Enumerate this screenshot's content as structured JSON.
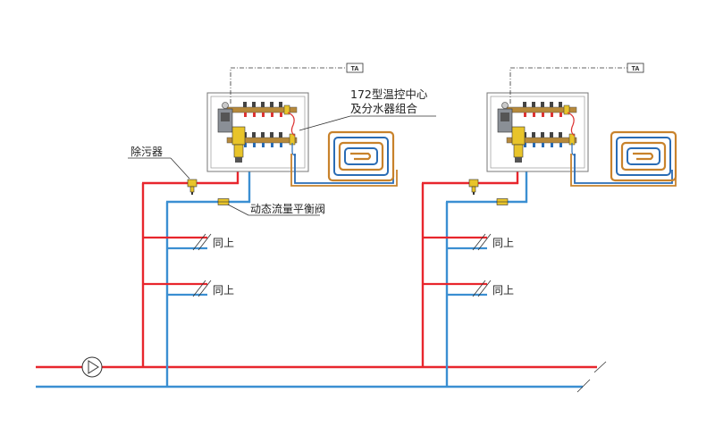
{
  "labels": {
    "thermo_center_line1": "172型温控中心",
    "thermo_center_line2": "及分水器组合",
    "dirt_separator": "除污器",
    "dynamic_balance_valve": "动态流量平衡阀",
    "same_as_above": "同上",
    "thermostat_tag": "TA"
  },
  "colors": {
    "supply": "#e8262d",
    "return": "#3b8fd2",
    "coil_outer": "#c8822b",
    "coil_inner": "#2a6cb5",
    "valve": "#e8c42a",
    "line": "#333333"
  },
  "icons": {
    "pump": "pump-icon",
    "valve": "valve-icon",
    "coil": "floor-heating-coil-icon",
    "manifold": "manifold-icon"
  }
}
